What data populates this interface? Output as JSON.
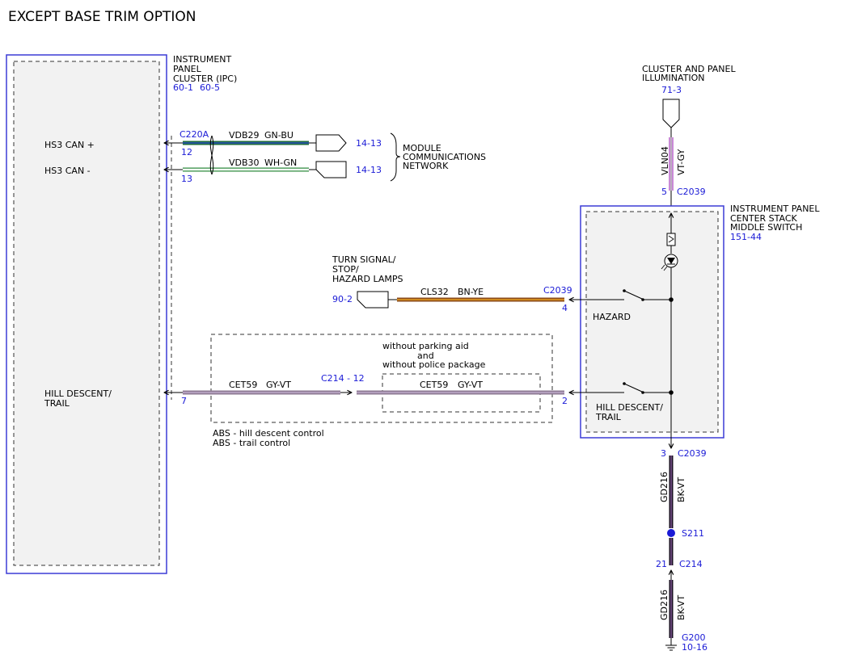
{
  "title": "EXCEPT BASE TRIM OPTION",
  "ipc": {
    "name_l1": "INSTRUMENT",
    "name_l2": "PANEL",
    "name_l3": "CLUSTER (IPC)",
    "ref_a": "60-1",
    "ref_b": "60-5",
    "pin_hs3p_label": "HS3 CAN +",
    "pin_hs3m_label": "HS3 CAN -",
    "pin_hill_l1": "HILL DESCENT/",
    "pin_hill_l2": "TRAIL"
  },
  "can": {
    "connector": "C220A",
    "pin_a": "12",
    "pin_b": "13",
    "wire_a_circuit": "VDB29",
    "wire_a_color": "GN-BU",
    "wire_b_circuit": "VDB30",
    "wire_b_color": "WH-GN",
    "ref_a": "14-13",
    "ref_b": "14-13",
    "network_l1": "MODULE",
    "network_l2": "COMMUNICATIONS",
    "network_l3": "NETWORK"
  },
  "illum": {
    "label_l1": "CLUSTER AND PANEL",
    "label_l2": "ILLUMINATION",
    "ref": "71-3",
    "circuit": "VLN04",
    "color": "VT-GY",
    "pin": "5",
    "connector": "C2039"
  },
  "switch": {
    "name_l1": "INSTRUMENT PANEL",
    "name_l2": "CENTER STACK",
    "name_l3": "MIDDLE SWITCH",
    "ref": "151-44",
    "hazard_label": "HAZARD",
    "hill_l1": "HILL DESCENT/",
    "hill_l2": "TRAIL"
  },
  "turn": {
    "label_l1": "TURN SIGNAL/",
    "label_l2": "STOP/",
    "label_l3": "HAZARD LAMPS",
    "ref": "90-2",
    "circuit": "CLS32",
    "color": "BN-YE",
    "connector": "C2039",
    "pin": "4"
  },
  "hill": {
    "pin_ipc": "7",
    "circuit_a": "CET59",
    "color_a": "GY-VT",
    "connector": "C214 - 12",
    "circuit_b": "CET59",
    "color_b": "GY-VT",
    "pin_switch": "2",
    "cond_l1": "without parking aid",
    "cond_l2": "and",
    "cond_l3": "without police package",
    "note_l1": "ABS - hill descent control",
    "note_l2": "ABS - trail control"
  },
  "ground": {
    "pin_top": "3",
    "connector_top": "C2039",
    "circuit_1": "GD216",
    "color_1": "BK-VT",
    "splice": "S211",
    "pin_mid": "21",
    "connector_mid": "C214",
    "circuit_2": "GD216",
    "color_2": "BK-VT",
    "ground_id": "G200",
    "ground_ref": "10-16"
  },
  "colors": {
    "link_blue": "#1a1ad6",
    "box_border": "#3b3bd6",
    "box_fill": "#f2f2f2",
    "wire_gn": "#1f6b3a",
    "wire_bu": "#2a4fbf",
    "wire_wh_gn": "#2e8a3e",
    "wire_vt_gy": "#c98ad6",
    "wire_bn_ye": "#8a4a1a",
    "wire_ye": "#e8a020",
    "wire_gy_vt": "#8d7a93",
    "wire_bk_vt": "#1a1022"
  }
}
